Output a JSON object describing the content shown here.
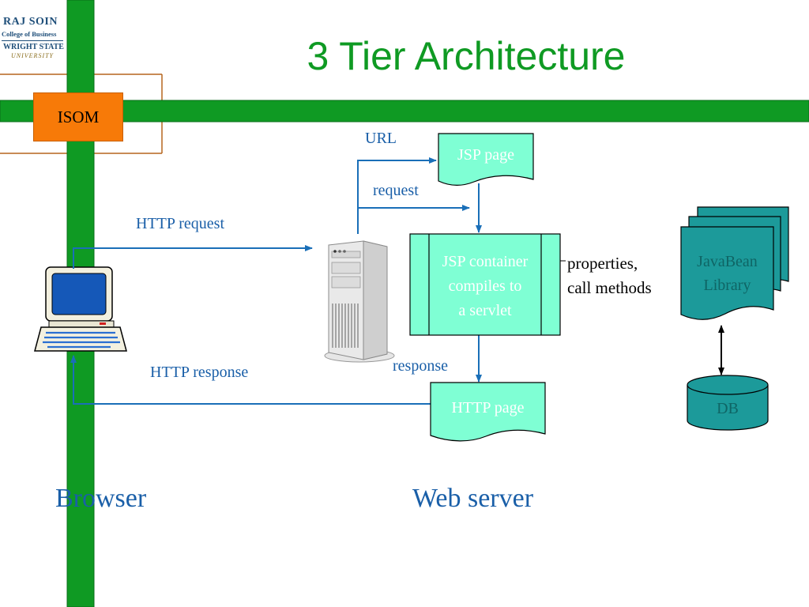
{
  "logo": {
    "line1": "RAJ SOIN",
    "line2": "College of Business",
    "line3": "WRIGHT STATE",
    "line4": "UNIVERSITY"
  },
  "slide": {
    "title": "3 Tier Architecture",
    "badge": "ISOM"
  },
  "diagram": {
    "labels": {
      "url": "URL",
      "request": "request",
      "http_request": "HTTP request",
      "http_response": "HTTP response",
      "response": "response",
      "properties_line1": "properties,",
      "properties_line2": "call methods"
    },
    "nodes": {
      "jsp_page": "JSP page",
      "jsp_container_line1": "JSP container",
      "jsp_container_line2": "compiles to",
      "jsp_container_line3": "a servlet",
      "http_page": "HTTP page",
      "javabean_line1": "JavaBean",
      "javabean_line2": "Library",
      "db": "DB"
    },
    "tiers": {
      "browser": "Browser",
      "web_server": "Web server"
    },
    "colors": {
      "green_bar": "#0f9a23",
      "orange_badge": "#f77a08",
      "aqua_box": "#7fffd4",
      "teal_box": "#1c9a9a",
      "arrow_blue": "#1a6fb8",
      "title_green": "#0f9a23"
    }
  }
}
